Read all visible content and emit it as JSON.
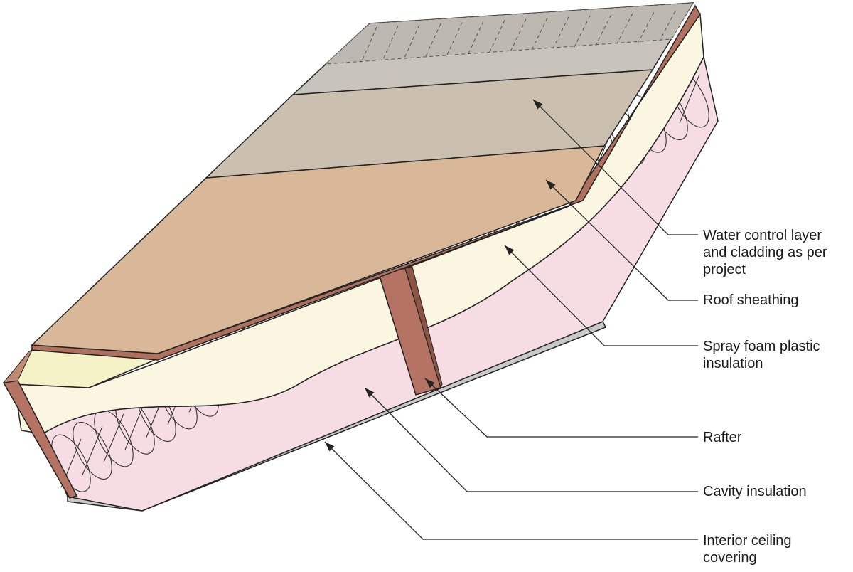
{
  "labels": [
    {
      "id": "water-control-layer",
      "lines": [
        "Water control layer",
        "and cladding as per",
        "project"
      ]
    },
    {
      "id": "roof-sheathing",
      "lines": [
        "Roof sheathing"
      ]
    },
    {
      "id": "spray-foam",
      "lines": [
        "Spray foam plastic",
        "insulation"
      ]
    },
    {
      "id": "rafter",
      "lines": [
        "Rafter"
      ]
    },
    {
      "id": "cavity-insulation",
      "lines": [
        "Cavity insulation"
      ]
    },
    {
      "id": "interior-ceiling",
      "lines": [
        "Interior ceiling",
        "covering"
      ]
    }
  ],
  "colors": {
    "cladding": "#c8c4bb",
    "membrane": "#cbbfaf",
    "sheathing_top": "#d8b899",
    "sheathing_edge": "#b0705e",
    "spray_foam": "#fbf6e1",
    "cavity_insulation": "#f6dde3",
    "rafter": "#b47363",
    "ceiling": "#c9c9c9",
    "line": "#222222"
  }
}
